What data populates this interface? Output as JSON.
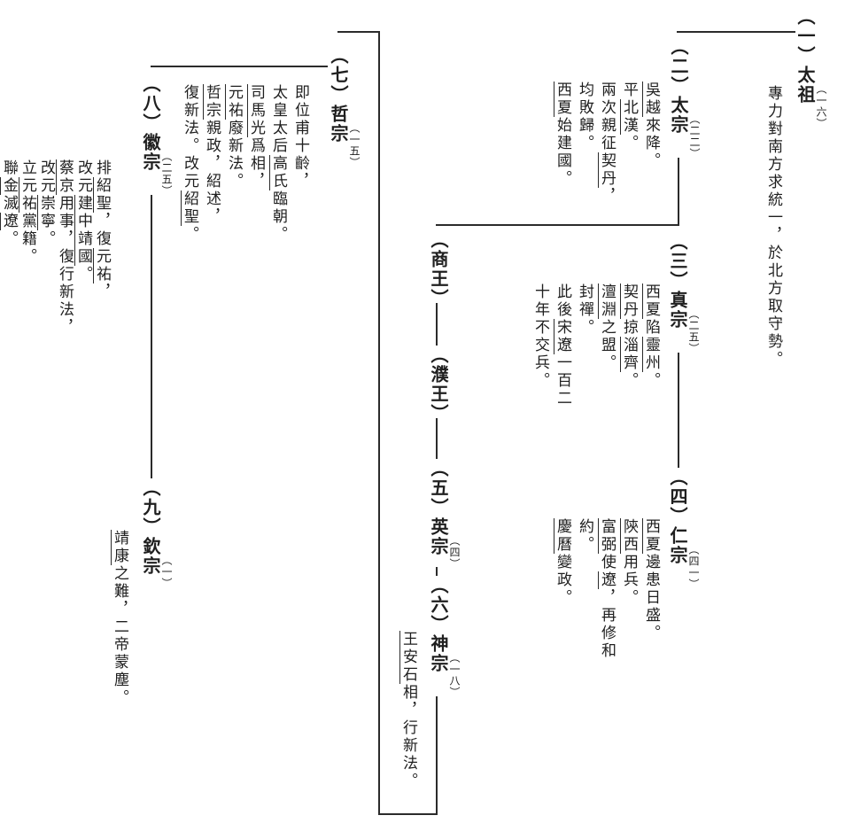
{
  "page": {
    "background": "#ffffff",
    "ink_color": "#2b2b2b",
    "description": "宋代帝系表 (Song dynasty imperial succession chart, vertical Chinese text)"
  },
  "nodes": {
    "taizu": {
      "name": "︵一︶太祖",
      "reign": "︵一六︶",
      "notes": [
        [
          "專力對南方求統一，於北方取守勢。"
        ]
      ]
    },
    "taizong": {
      "name": "︵二︶太宗",
      "reign": "︵二二︶",
      "notes": [
        [
          {
            "t": "吳越",
            "pn": true
          },
          "來降。"
        ],
        [
          "平",
          {
            "t": "北漢",
            "pn": true
          },
          "。"
        ],
        [
          "兩次親征",
          {
            "t": "契丹",
            "pn": true
          },
          "，均敗歸。"
        ],
        [
          {
            "t": "西夏",
            "pn": true
          },
          "始建國。"
        ]
      ]
    },
    "zhenzong": {
      "name": "︵三︶真宗",
      "reign": "︵二五︶",
      "notes": [
        [
          {
            "t": "西夏",
            "pn": true
          },
          "陷",
          {
            "t": "靈州",
            "pn": true
          },
          "。"
        ],
        [
          {
            "t": "契丹",
            "pn": true
          },
          "掠",
          {
            "t": "淄齊",
            "pn": true
          },
          "。"
        ],
        [
          {
            "t": "澶淵",
            "pn": true
          },
          "之盟。"
        ],
        [
          "封禪。"
        ],
        [
          "此後",
          {
            "t": "宋遼",
            "pn": true
          },
          "一百二十年不交兵。"
        ]
      ]
    },
    "renzong": {
      "name": "︵四︶仁宗",
      "reign": "︵四一︶",
      "notes": [
        [
          {
            "t": "西夏",
            "pn": true
          },
          "邊患日盛。"
        ],
        [
          {
            "t": "陝西",
            "pn": true
          },
          "用兵。"
        ],
        [
          {
            "t": "富弼",
            "pn": true
          },
          "使",
          {
            "t": "遼",
            "pn": true
          },
          "，再修和約。"
        ],
        [
          {
            "t": "慶曆",
            "pn": true
          },
          "變政。"
        ]
      ]
    },
    "shangwang": {
      "name": "︵商王︶"
    },
    "puwang": {
      "name": "︵濮王︶"
    },
    "yingzong": {
      "name": "︵五︶英宗",
      "reign": "︵四︶"
    },
    "shenzong": {
      "name": "︵六︶神宗",
      "reign": "︵一八︶",
      "notes": [
        [
          {
            "t": "王安石",
            "pn": true
          },
          "相，行新法。"
        ]
      ]
    },
    "zhezong": {
      "name": "︵七︶哲宗",
      "reign": "︵一五︶",
      "notes": [
        [
          "即位甫十齡，"
        ],
        [
          "太皇太后",
          {
            "t": "高氏",
            "pn": true
          },
          "臨朝。"
        ],
        [
          {
            "t": "司馬光",
            "pn": true
          },
          "爲相，"
        ],
        [
          {
            "t": "元祐",
            "pn": true
          },
          "廢新法。"
        ],
        [
          {
            "t": "哲宗",
            "pn": true
          },
          "親政，紹述，"
        ],
        [
          "復新法。改元",
          {
            "t": "紹聖",
            "pn": true
          },
          "。"
        ]
      ]
    },
    "huizong": {
      "name": "︵八︶徽宗",
      "reign": "︵二五︶",
      "notes": [
        [
          "排",
          {
            "t": "紹聖",
            "pn": true
          },
          "，復",
          {
            "t": "元祐",
            "pn": true
          },
          "，"
        ],
        [
          "改元",
          {
            "t": "建中靖國",
            "pn": true
          },
          "。"
        ],
        [
          {
            "t": "蔡京",
            "pn": true
          },
          "用事，復行新法，"
        ],
        [
          "改元",
          {
            "t": "崇寧",
            "pn": true
          },
          "。"
        ],
        [
          "立",
          {
            "t": "元祐",
            "pn": true
          },
          "黨籍。"
        ],
        [
          "聯",
          {
            "t": "金",
            "pn": true
          },
          "滅",
          {
            "t": "遼",
            "pn": true
          },
          "。"
        ]
      ]
    },
    "qinzong": {
      "name": "︵九︶欽宗",
      "reign": "︵一︶",
      "notes": [
        [
          {
            "t": "靖康",
            "pn": true
          },
          "之難，二帝蒙塵。"
        ]
      ]
    }
  },
  "edges": [
    {
      "from": "taizu",
      "to": "taizong"
    },
    {
      "from": "taizong",
      "to": "zhenzong"
    },
    {
      "from": "taizong",
      "to": "shangwang"
    },
    {
      "from": "zhenzong",
      "to": "renzong"
    },
    {
      "from": "shangwang",
      "to": "puwang"
    },
    {
      "from": "puwang",
      "to": "yingzong"
    },
    {
      "from": "yingzong",
      "to": "shenzong"
    },
    {
      "from": "shenzong",
      "to": "zhezong"
    },
    {
      "from": "zhezong",
      "to": "huizong"
    },
    {
      "from": "huizong",
      "to": "qinzong"
    }
  ]
}
